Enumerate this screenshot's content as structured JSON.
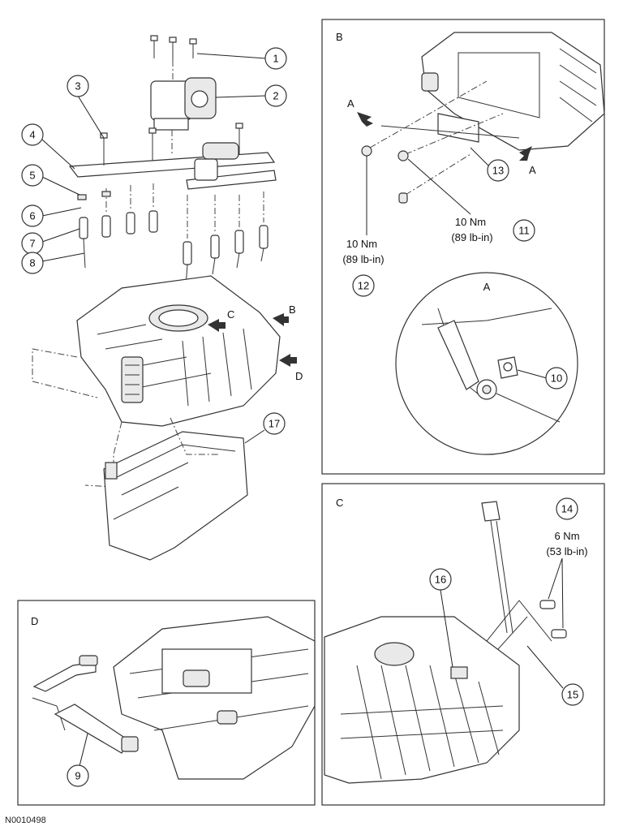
{
  "figure_code": "N0010498",
  "panels": {
    "b": {
      "letter": "B"
    },
    "c": {
      "letter": "C"
    },
    "d": {
      "letter": "D"
    },
    "detail_a": {
      "letter": "A"
    }
  },
  "view_arrows": {
    "a_left": "A",
    "a_right": "A",
    "b": "B",
    "c": "C",
    "d": "D"
  },
  "callouts": {
    "c1": "1",
    "c2": "2",
    "c3": "3",
    "c4": "4",
    "c5": "5",
    "c6": "6",
    "c7": "7",
    "c8": "8",
    "c9": "9",
    "c10": "10",
    "c11": "11",
    "c12": "12",
    "c13": "13",
    "c14": "14",
    "c15": "15",
    "c16": "16",
    "c17": "17"
  },
  "torque_specs": {
    "t11": {
      "nm": "10 Nm",
      "lbin": "(89 lb-in)"
    },
    "t12": {
      "nm": "10 Nm",
      "lbin": "(89 lb-in)"
    },
    "t14": {
      "nm": "6 Nm",
      "lbin": "(53 lb-in)"
    }
  }
}
